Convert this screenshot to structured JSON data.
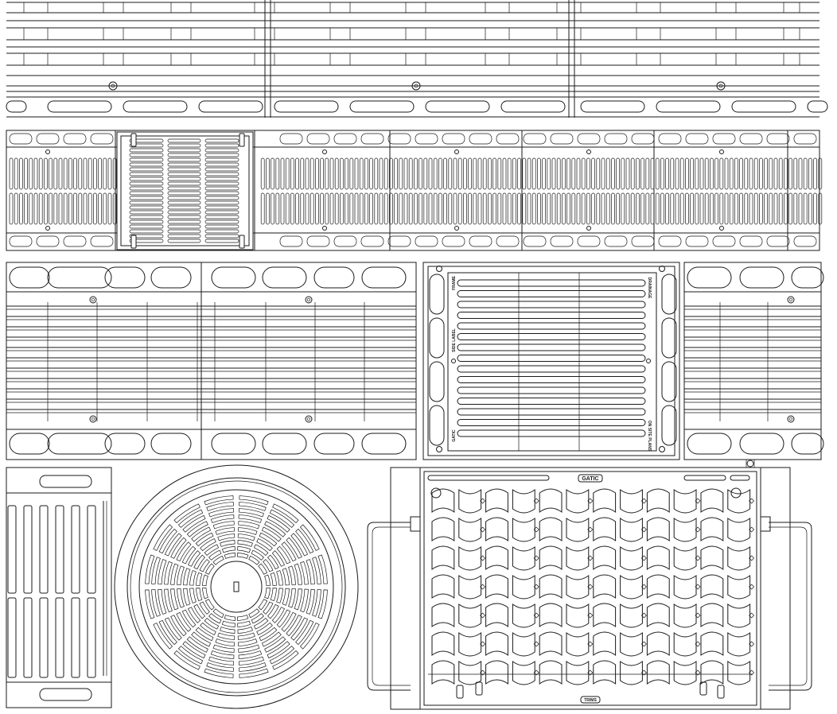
{
  "labels": {
    "heel_guard_top": "GATIC",
    "heel_guard_bottom": "TRIMS",
    "slotted_left_top": "FRAME",
    "slotted_left_mid": "SIDE LABEL",
    "slotted_left_bottom": "GATIC",
    "slotted_right_top": "DRAINAGE",
    "slotted_right_bottom": "ON SITE PLANS"
  },
  "colors": {
    "line": "#1a1a1a",
    "background": "#ffffff"
  }
}
